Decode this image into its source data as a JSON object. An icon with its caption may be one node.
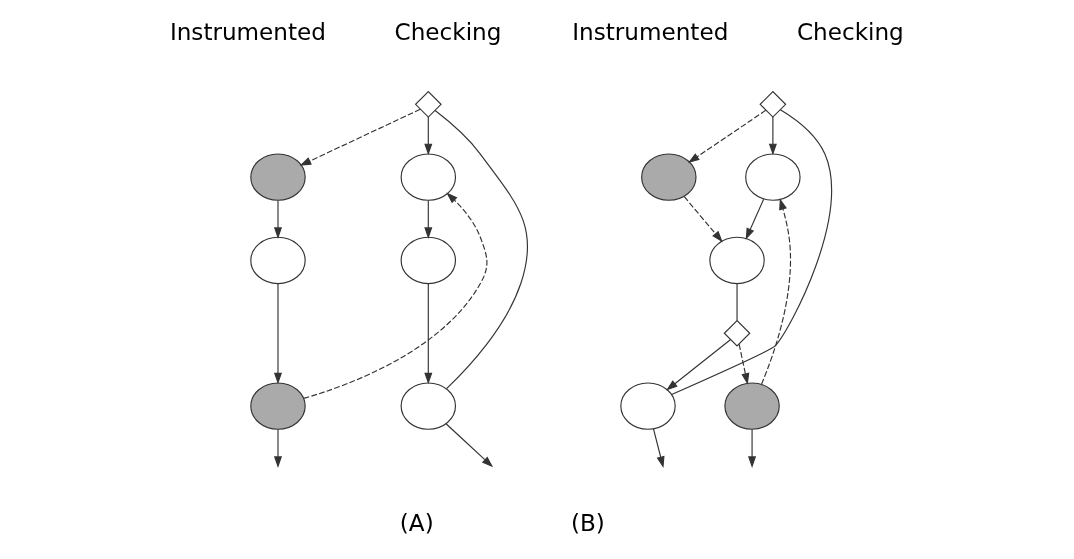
{
  "diagram": {
    "nodes": [
      {
        "text": [],
        "shape": "diamond"
      },
      {
        "text": [],
        "shape": "circle"
      },
      {
        "text": [],
        "shape": "circle"
      },
      {
        "text": [],
        "shape": "circle"
      },
      {
        "text": [],
        "shape": "circle"
      },
      {
        "text": [],
        "shape": "circle"
      },
      {
        "text": [],
        "shape": "circle"
      },
      {
        "text": [],
        "shape": "diamond"
      },
      {
        "text": [],
        "shape": "circle"
      },
      {
        "text": [],
        "shape": "circle"
      },
      {
        "text": [],
        "shape": "circle"
      },
      {
        "text": [],
        "shape": "diamond"
      },
      {
        "text": [],
        "shape": "circle"
      },
      {
        "text": [],
        "shape": "circle"
      }
    ],
    "edges": [
      {
        "from": 0,
        "to": 1,
        "arrow": "to"
      },
      {
        "from": 0,
        "to": 2,
        "arrow": "to",
        "style": "dashed"
      },
      {
        "from": 1,
        "to": 3,
        "arrow": "to"
      },
      {
        "from": 3,
        "to": 5,
        "arrow": "to"
      },
      {
        "from": 2,
        "to": 4,
        "arrow": "to"
      },
      {
        "from": 4,
        "to": 6,
        "arrow": "to"
      },
      {
        "from": 5,
        "to": 0,
        "arrow": "none"
      },
      {
        "from": 6,
        "to": 1,
        "arrow": "to",
        "style": "dashed"
      },
      {
        "from": 5,
        "to": null,
        "arrow": "to"
      },
      {
        "from": 6,
        "to": null,
        "arrow": "to"
      },
      {
        "from": 7,
        "to": 8,
        "arrow": "to"
      },
      {
        "from": 7,
        "to": 9,
        "arrow": "to",
        "style": "dashed"
      },
      {
        "from": 9,
        "to": 10,
        "arrow": "to",
        "style": "dashed"
      },
      {
        "from": 8,
        "to": 10,
        "arrow": "to"
      },
      {
        "from": 10,
        "to": 11,
        "arrow": "none"
      },
      {
        "from": 11,
        "to": 12,
        "arrow": "to"
      },
      {
        "from": 11,
        "to": 13,
        "arrow": "to",
        "style": "dashed"
      },
      {
        "from": 13,
        "to": 8,
        "arrow": "to",
        "style": "dashed"
      },
      {
        "from": 12,
        "to": 7,
        "arrow": "none"
      },
      {
        "from": 12,
        "to": null,
        "arrow": "to"
      },
      {
        "from": 13,
        "to": null,
        "arrow": "to"
      }
    ],
    "labels": [
      "Checking",
      "Instrumented",
      "Checking",
      "Instrumented",
      "(A)",
      "(B)"
    ]
  }
}
